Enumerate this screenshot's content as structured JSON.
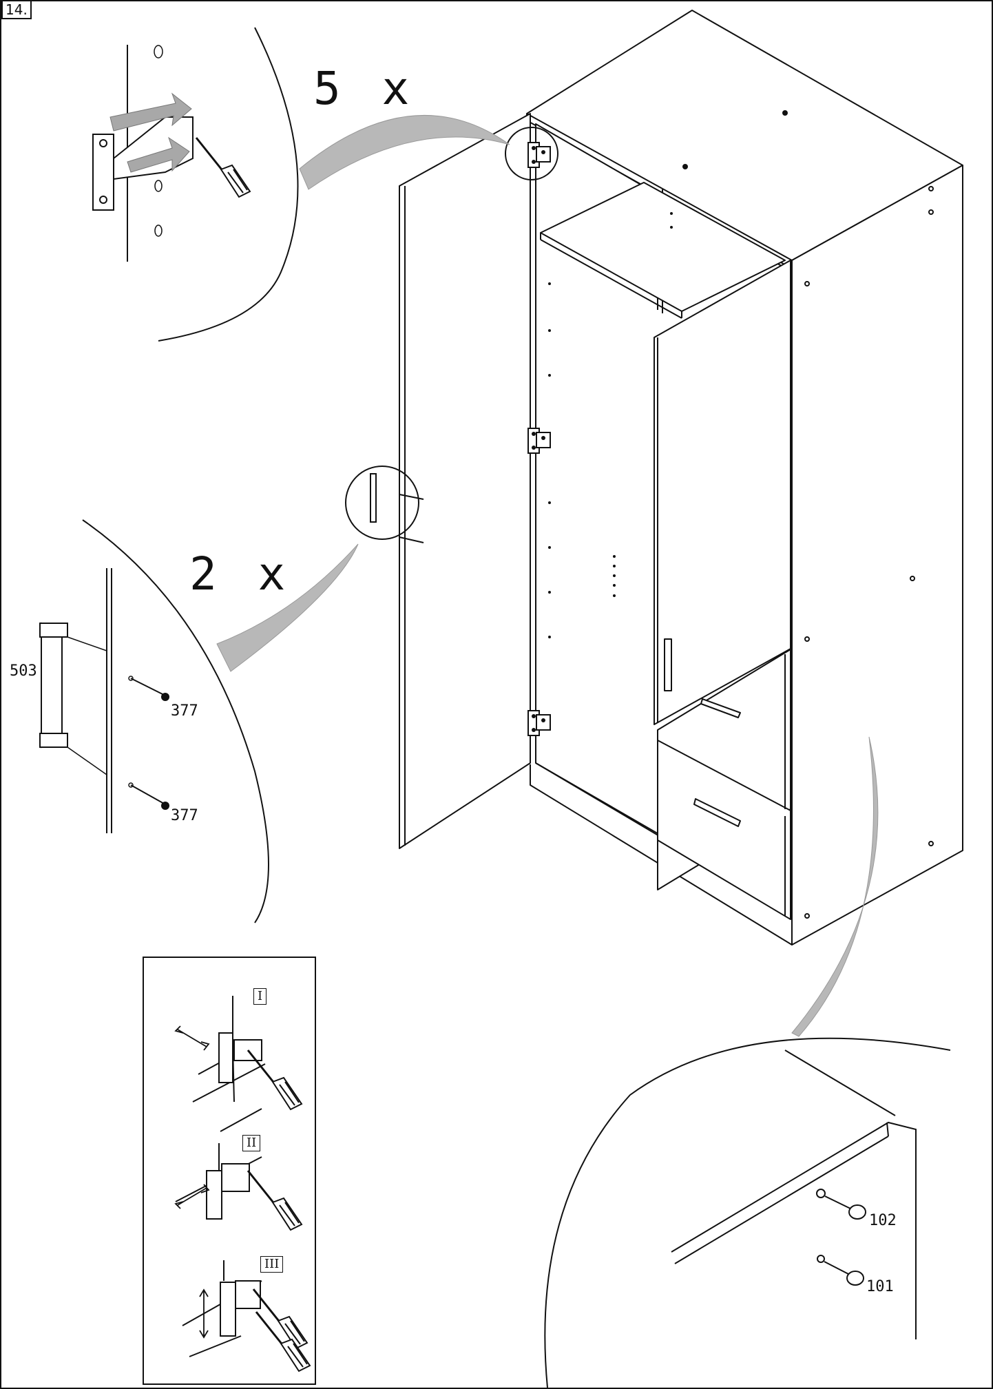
{
  "step": {
    "number": "14."
  },
  "hinge_callout": {
    "quantity": "5 x"
  },
  "handle_callout": {
    "quantity": "2 x",
    "handle_part": "503",
    "screw_part_top": "377",
    "screw_part_bottom": "377"
  },
  "knob_callout": {
    "knob_part_upper": "102",
    "knob_part_lower": "101"
  },
  "adjustment_panel": {
    "steps": [
      "I",
      "II",
      "III"
    ]
  }
}
